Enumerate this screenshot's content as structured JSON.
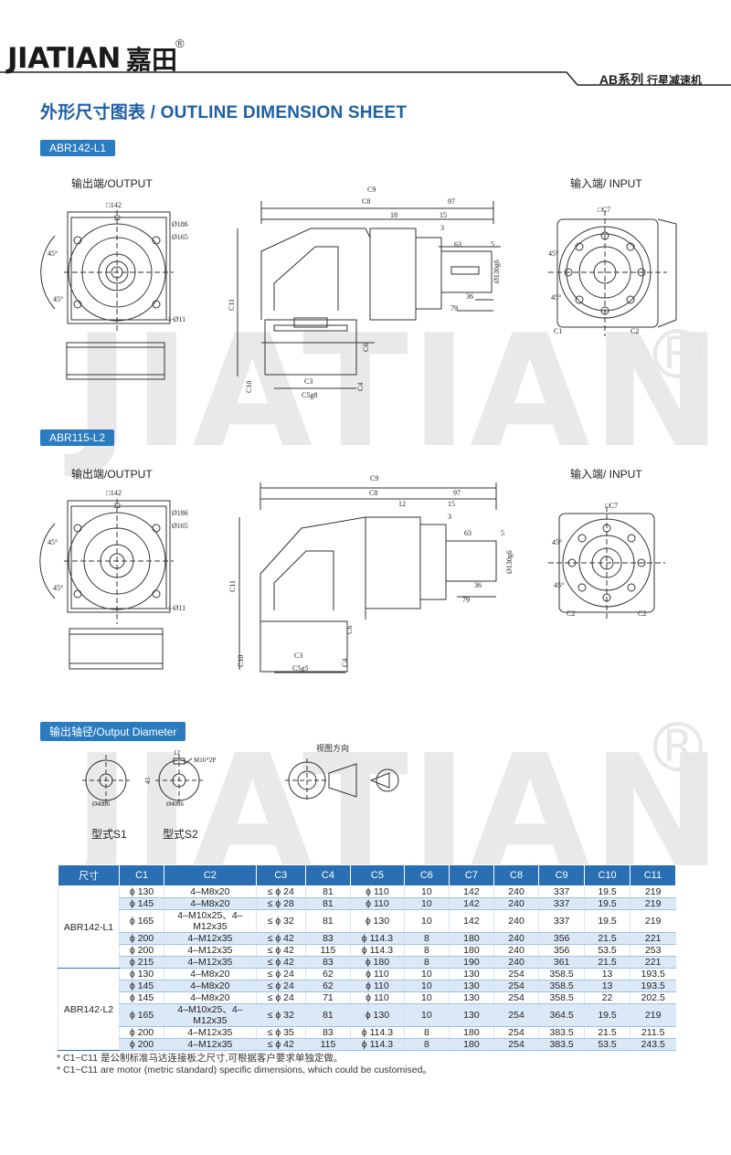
{
  "brand": {
    "name": "JIATIAN",
    "name_cn": "嘉田",
    "reg_mark": "®"
  },
  "series": {
    "code": "AB系列",
    "desc": "行星减速机"
  },
  "page_title": "外形尺寸图表 / OUTLINE DIMENSION SHEET",
  "watermark": {
    "text": "JIATIAN",
    "reg": "R"
  },
  "sections": [
    {
      "badge": "ABR142-L1",
      "output_label": "输出端/OUTPUT",
      "input_label": "输入端/ INPUT"
    },
    {
      "badge": "ABR115-L2",
      "output_label": "输出端/OUTPUT",
      "input_label": "输入端/ INPUT"
    }
  ],
  "drawing": {
    "sq142": "□142",
    "d186": "Ø186",
    "d165": "Ø165",
    "n12": "12",
    "ang45": "45°",
    "holes": "4-Ø11",
    "c9": "C9",
    "c8": "C8",
    "n97": "97",
    "n18": "18",
    "n15": "15",
    "n3": "3",
    "n63": "63",
    "n5": "5",
    "d130": "Ø130g6",
    "n36": "36",
    "n79": "79",
    "c11": "C11",
    "c6": "C6",
    "c3": "C3",
    "c10": "C10",
    "c4": "C4",
    "c5": "C5g8",
    "c5b": "C5g5",
    "c7": "□C7",
    "c1": "C1",
    "c2": "C2"
  },
  "shaft": {
    "badge": "输出轴径/Output Diameter",
    "view_dir": "视图方向",
    "n12": "12",
    "m16": "M16*2P",
    "n43": "43",
    "d40": "Ø40h6",
    "types": [
      "型式S1",
      "型式S2"
    ]
  },
  "table": {
    "headers": [
      "尺寸",
      "C1",
      "C2",
      "C3",
      "C4",
      "C5",
      "C6",
      "C7",
      "C8",
      "C9",
      "C10",
      "C11"
    ],
    "groups": [
      {
        "model": "ABR142-L1",
        "rows": [
          [
            "ϕ 130",
            "4–M8x20",
            "≤ ϕ 24",
            "81",
            "ϕ 110",
            "10",
            "142",
            "240",
            "337",
            "19.5",
            "219"
          ],
          [
            "ϕ 145",
            "4–M8x20",
            "≤ ϕ 28",
            "81",
            "ϕ 110",
            "10",
            "142",
            "240",
            "337",
            "19.5",
            "219"
          ],
          [
            "ϕ 165",
            "4–M10x25、4–M12x35",
            "≤ ϕ 32",
            "81",
            "ϕ 130",
            "10",
            "142",
            "240",
            "337",
            "19.5",
            "219"
          ],
          [
            "ϕ 200",
            "4–M12x35",
            "≤ ϕ 42",
            "83",
            "ϕ 114.3",
            "8",
            "180",
            "240",
            "356",
            "21.5",
            "221"
          ],
          [
            "ϕ 200",
            "4–M12x35",
            "≤ ϕ 42",
            "115",
            "ϕ 114.3",
            "8",
            "180",
            "240",
            "356",
            "53.5",
            "253"
          ],
          [
            "ϕ 215",
            "4–M12x35",
            "≤ ϕ 42",
            "83",
            "ϕ 180",
            "8",
            "190",
            "240",
            "361",
            "21.5",
            "221"
          ]
        ]
      },
      {
        "model": "ABR142-L2",
        "rows": [
          [
            "ϕ 130",
            "4–M8x20",
            "≤ ϕ 24",
            "62",
            "ϕ 110",
            "10",
            "130",
            "254",
            "358.5",
            "13",
            "193.5"
          ],
          [
            "ϕ 145",
            "4–M8x20",
            "≤ ϕ 24",
            "62",
            "ϕ 110",
            "10",
            "130",
            "254",
            "358.5",
            "13",
            "193.5"
          ],
          [
            "ϕ 145",
            "4–M8x20",
            "≤ ϕ 24",
            "71",
            "ϕ 110",
            "10",
            "130",
            "254",
            "358.5",
            "22",
            "202.5"
          ],
          [
            "ϕ 165",
            "4–M10x25、4–M12x35",
            "≤ ϕ 32",
            "81",
            "ϕ 130",
            "10",
            "130",
            "254",
            "364.5",
            "19.5",
            "219"
          ],
          [
            "ϕ 200",
            "4–M12x35",
            "≤ ϕ 35",
            "83",
            "ϕ 114.3",
            "8",
            "180",
            "254",
            "383.5",
            "21.5",
            "211.5"
          ],
          [
            "ϕ 200",
            "4–M12x35",
            "≤ ϕ 42",
            "115",
            "ϕ 114.3",
            "8",
            "180",
            "254",
            "383.5",
            "53.5",
            "243.5"
          ]
        ]
      }
    ]
  },
  "notes": [
    "* C1~C11 是公制标准马达连接板之尺寸,可根据客户要求单独定做。",
    "* C1~C11 are motor (metric standard) specific dimensions, which could be customised。"
  ]
}
